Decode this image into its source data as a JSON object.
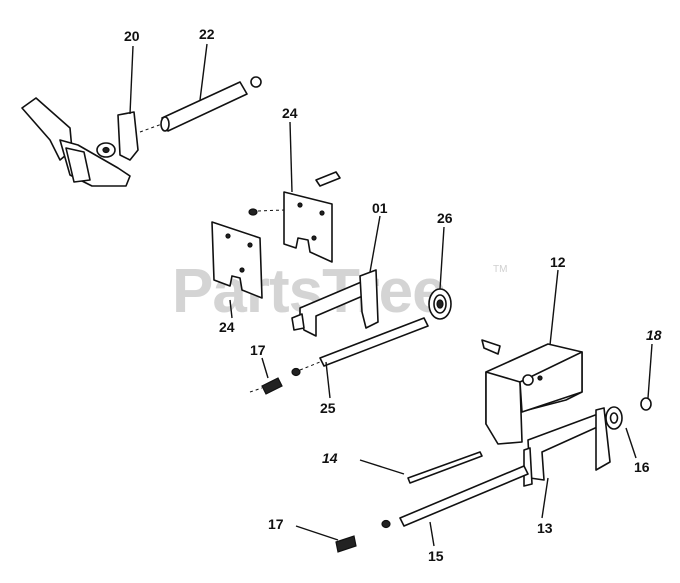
{
  "watermark": {
    "text": "PartsTree",
    "tm": "TM"
  },
  "callouts": [
    {
      "id": "c20",
      "label": "20"
    },
    {
      "id": "c22",
      "label": "22"
    },
    {
      "id": "c24a",
      "label": "24"
    },
    {
      "id": "c01",
      "label": "01"
    },
    {
      "id": "c26",
      "label": "26"
    },
    {
      "id": "c24b",
      "label": "24"
    },
    {
      "id": "c12",
      "label": "12"
    },
    {
      "id": "c17a",
      "label": "17"
    },
    {
      "id": "c25",
      "label": "25"
    },
    {
      "id": "c18",
      "label": "18"
    },
    {
      "id": "c14",
      "label": "14"
    },
    {
      "id": "c16",
      "label": "16"
    },
    {
      "id": "c13",
      "label": "13"
    },
    {
      "id": "c17b",
      "label": "17"
    },
    {
      "id": "c15",
      "label": "15"
    }
  ]
}
